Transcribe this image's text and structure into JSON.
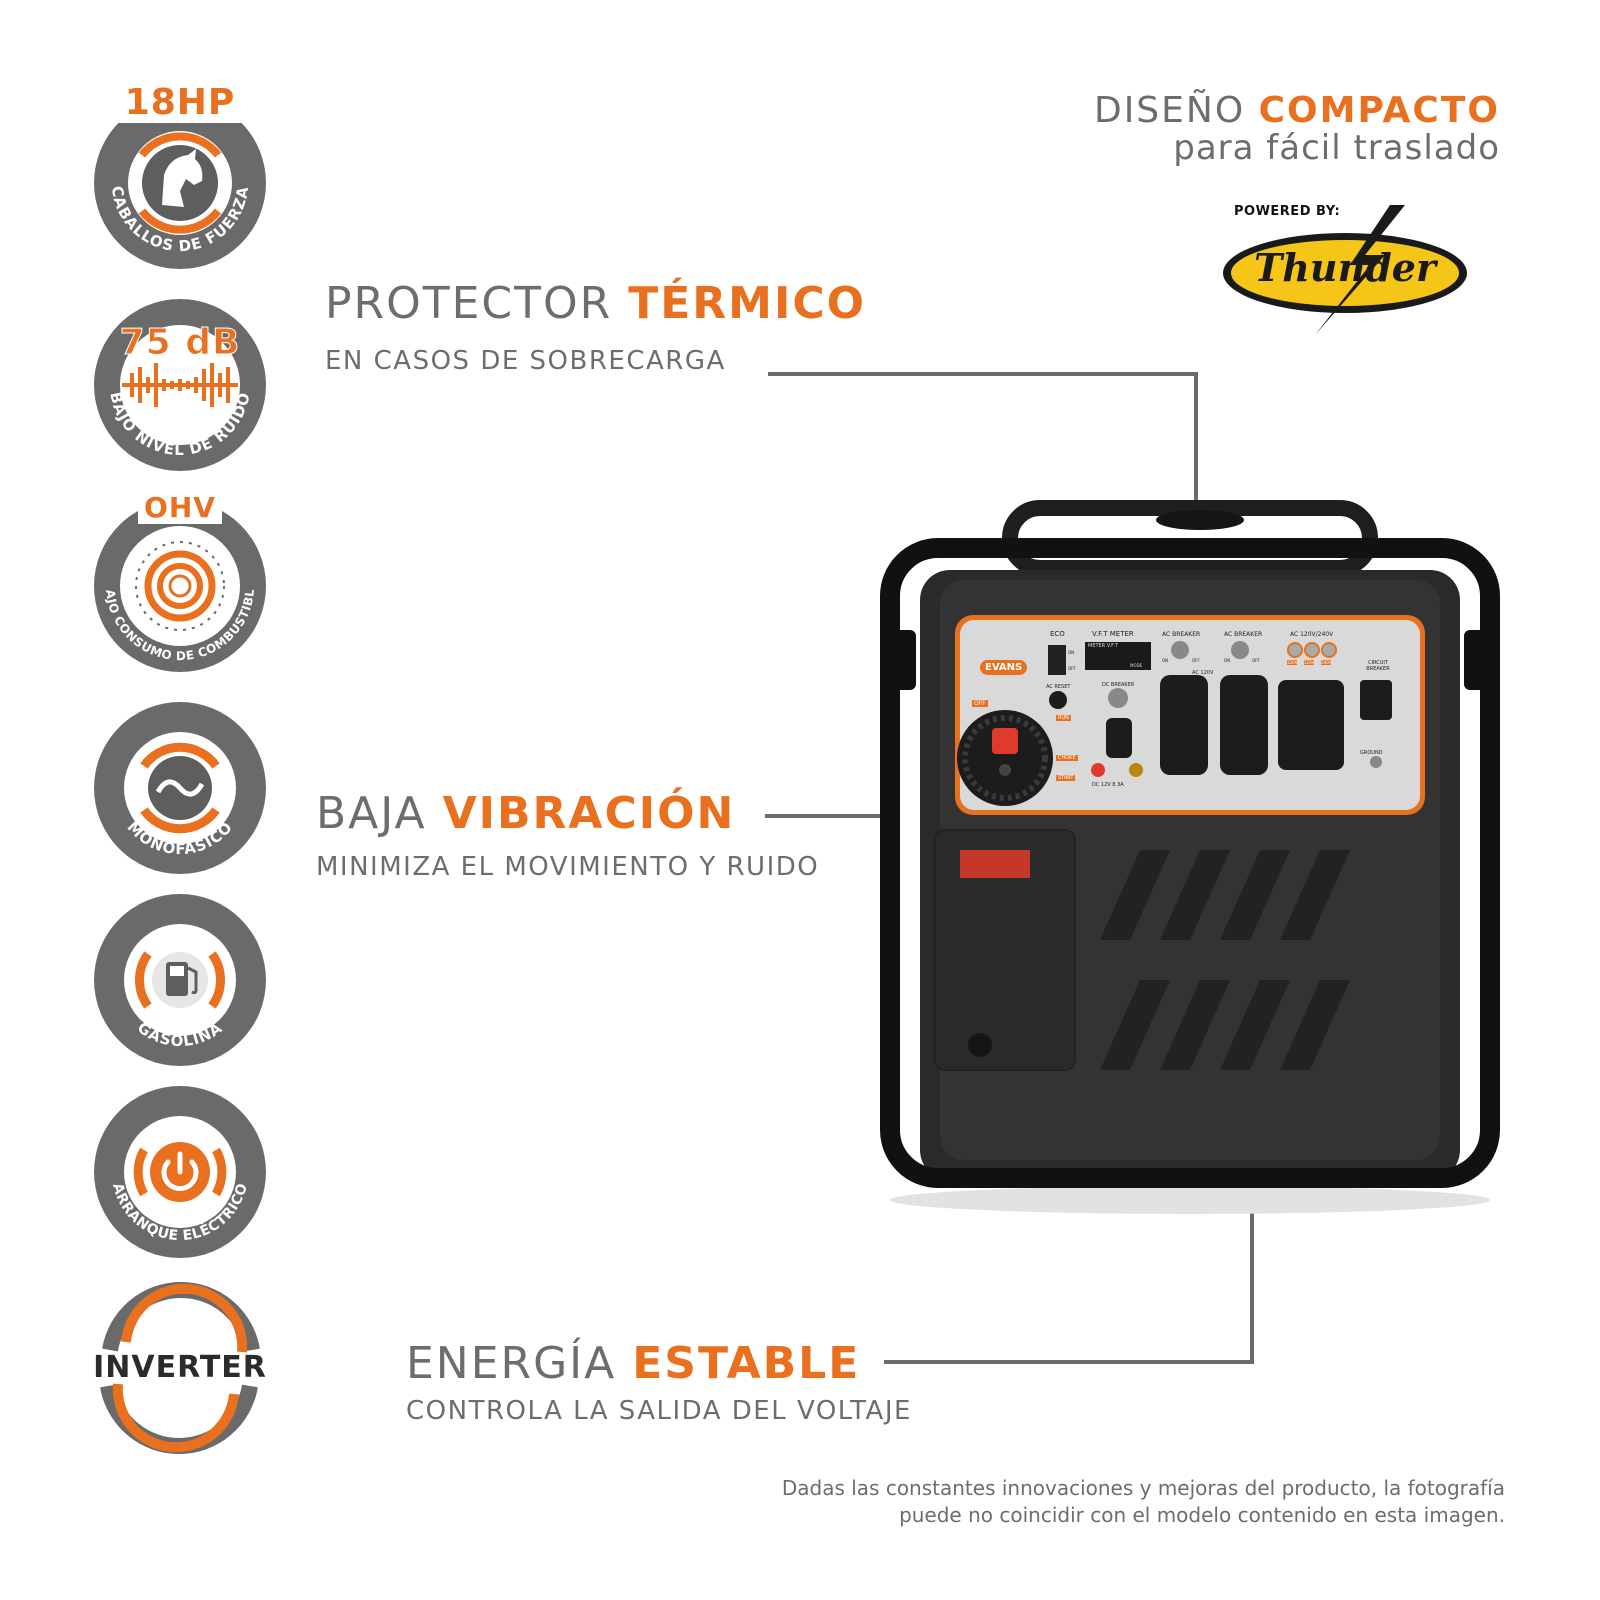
{
  "badges": [
    {
      "top": "18HP",
      "arc_text": "CABALLOS DE FUERZA",
      "icon": "horse-icon"
    },
    {
      "top": "75 dB",
      "arc_text": "BAJO NIVEL DE RUIDO",
      "icon": "sound-wave-icon"
    },
    {
      "top": "OHV",
      "arc_text": "BAJO CONSUMO DE COMBUSTIBLE",
      "icon": "engine-ring-icon"
    },
    {
      "top": "",
      "arc_text": "MONOFÁSICO",
      "icon": "sine-wave-icon"
    },
    {
      "top": "",
      "arc_text": "GASOLINA",
      "icon": "fuel-pump-icon"
    },
    {
      "top": "",
      "arc_text": "ARRANQUE ELÉCTRICO",
      "icon": "power-icon"
    },
    {
      "top": "",
      "label": "INVERTER",
      "icon": "inverter-ring-icon"
    }
  ],
  "compact": {
    "light": "DISEÑO ",
    "bold": "COMPACTO",
    "sub": "para fácil traslado"
  },
  "brand": {
    "powered_by": "POWERED BY:",
    "name": "Thunder"
  },
  "features": [
    {
      "light": "PROTECTOR ",
      "bold": "TÉRMICO",
      "sub": "EN CASOS  DE SOBRECARGA"
    },
    {
      "light": "BAJA ",
      "bold": "VIBRACIÓN",
      "sub": "MINIMIZA EL MOVIMIENTO Y RUIDO"
    },
    {
      "light": "ENERGÍA ",
      "bold": "ESTABLE",
      "sub": "CONTROLA LA SALIDA DEL VOLTAJE"
    }
  ],
  "generator": {
    "brand_badge": "EVANS",
    "panel_labels": [
      "ECO",
      "V.F.T METER",
      "AC BREAKER",
      "AC BREAKER",
      "AC 120V/240V",
      "CIRCUIT BREAKER",
      "AC RESET",
      "DC BREAKER",
      "AC 120V",
      "GROUND",
      "OFF",
      "RUN",
      "CHOKE",
      "START",
      "DC 12V 8.3A",
      "METER V.F.T",
      "MODE",
      "ON",
      "OFF",
      "ON",
      "OFF",
      "ON",
      "OFF",
      "120V",
      "120V",
      "240V"
    ]
  },
  "disclaimer": {
    "line1": "Dadas las constantes innovaciones y mejoras del producto, la fotografía",
    "line2": "puede no coincidir con el modelo contenido en esta imagen."
  },
  "colors": {
    "accent": "#e8701e",
    "gray": "#6d6d6d",
    "dark": "#2b2b2b",
    "yellow": "#f5c518"
  }
}
